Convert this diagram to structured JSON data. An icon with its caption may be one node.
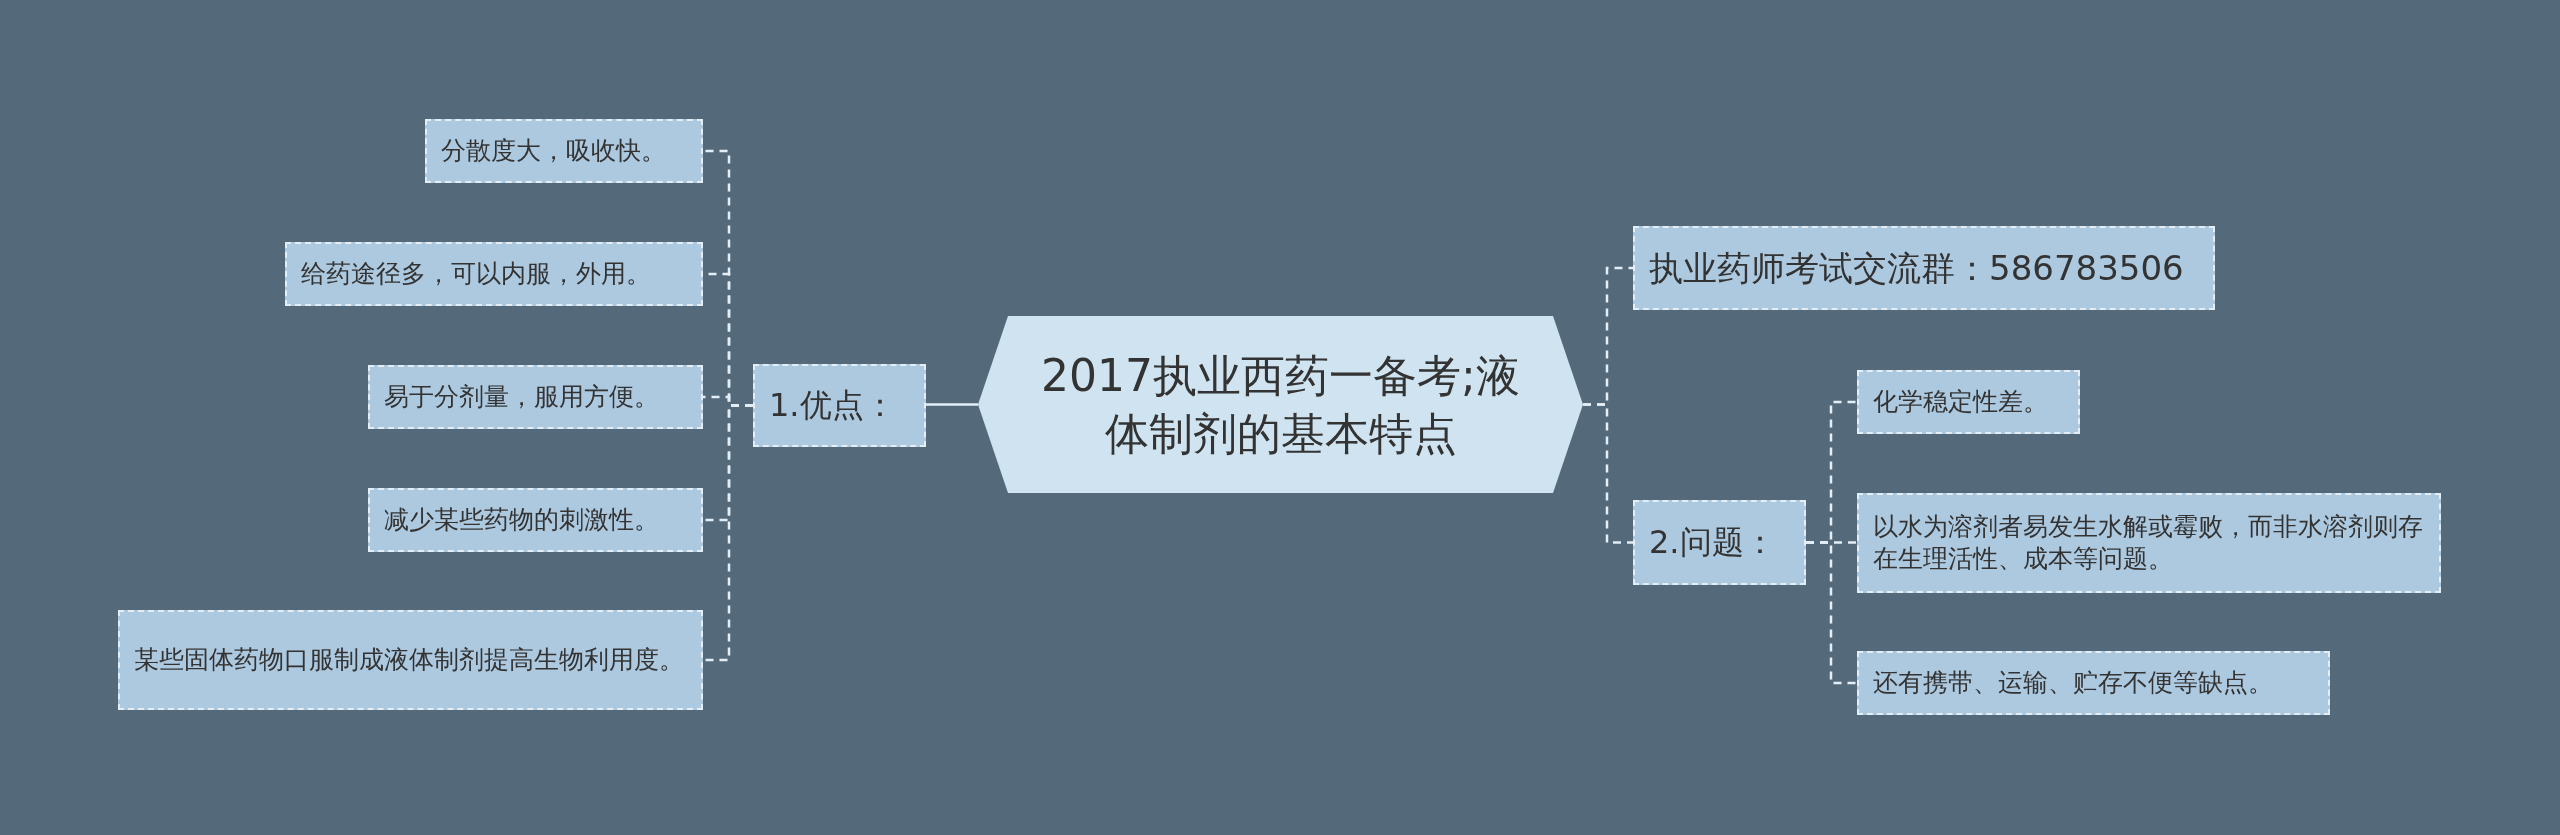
{
  "diagram": {
    "nodes": [
      {
        "text": [
          "2017执业西药一备考;液体制剂的基本特点"
        ]
      },
      {
        "text": [
          "1.优点："
        ]
      },
      {
        "text": [
          "分散度大，吸收快。"
        ]
      },
      {
        "text": [
          "给药途径多，可以内服，外用。"
        ]
      },
      {
        "text": [
          "易于分剂量，服用方便。"
        ]
      },
      {
        "text": [
          "减少某些药物的刺激性。"
        ]
      },
      {
        "text": [
          "某些固体药物口服制成液体制剂提高生物利用度。"
        ]
      },
      {
        "text": [
          "执业药师考试交流群：586783506"
        ]
      },
      {
        "text": [
          "2.问题："
        ]
      },
      {
        "text": [
          "化学稳定性差。"
        ]
      },
      {
        "text": [
          "以水为溶剂者易发生水解或霉败，而非水溶剂则存在生理活性、成本等问题。"
        ]
      },
      {
        "text": [
          "还有携带、运输、贮存不便等缺点。"
        ]
      }
    ],
    "edges": [
      {
        "from": 0,
        "to": 1,
        "arrow": "none"
      },
      {
        "from": 1,
        "to": 2,
        "arrow": "none",
        "style": "dashed"
      },
      {
        "from": 1,
        "to": 3,
        "arrow": "none",
        "style": "dashed"
      },
      {
        "from": 1,
        "to": 4,
        "arrow": "none",
        "style": "dashed"
      },
      {
        "from": 1,
        "to": 5,
        "arrow": "none",
        "style": "dashed"
      },
      {
        "from": 1,
        "to": 6,
        "arrow": "none",
        "style": "dashed"
      },
      {
        "from": 0,
        "to": 7,
        "arrow": "none",
        "style": "dashed"
      },
      {
        "from": 0,
        "to": 8,
        "arrow": "none",
        "style": "dashed"
      },
      {
        "from": 8,
        "to": 9,
        "arrow": "none",
        "style": "dashed"
      },
      {
        "from": 8,
        "to": 10,
        "arrow": "none",
        "style": "dashed"
      },
      {
        "from": 8,
        "to": 11,
        "arrow": "none",
        "style": "dashed"
      }
    ]
  }
}
